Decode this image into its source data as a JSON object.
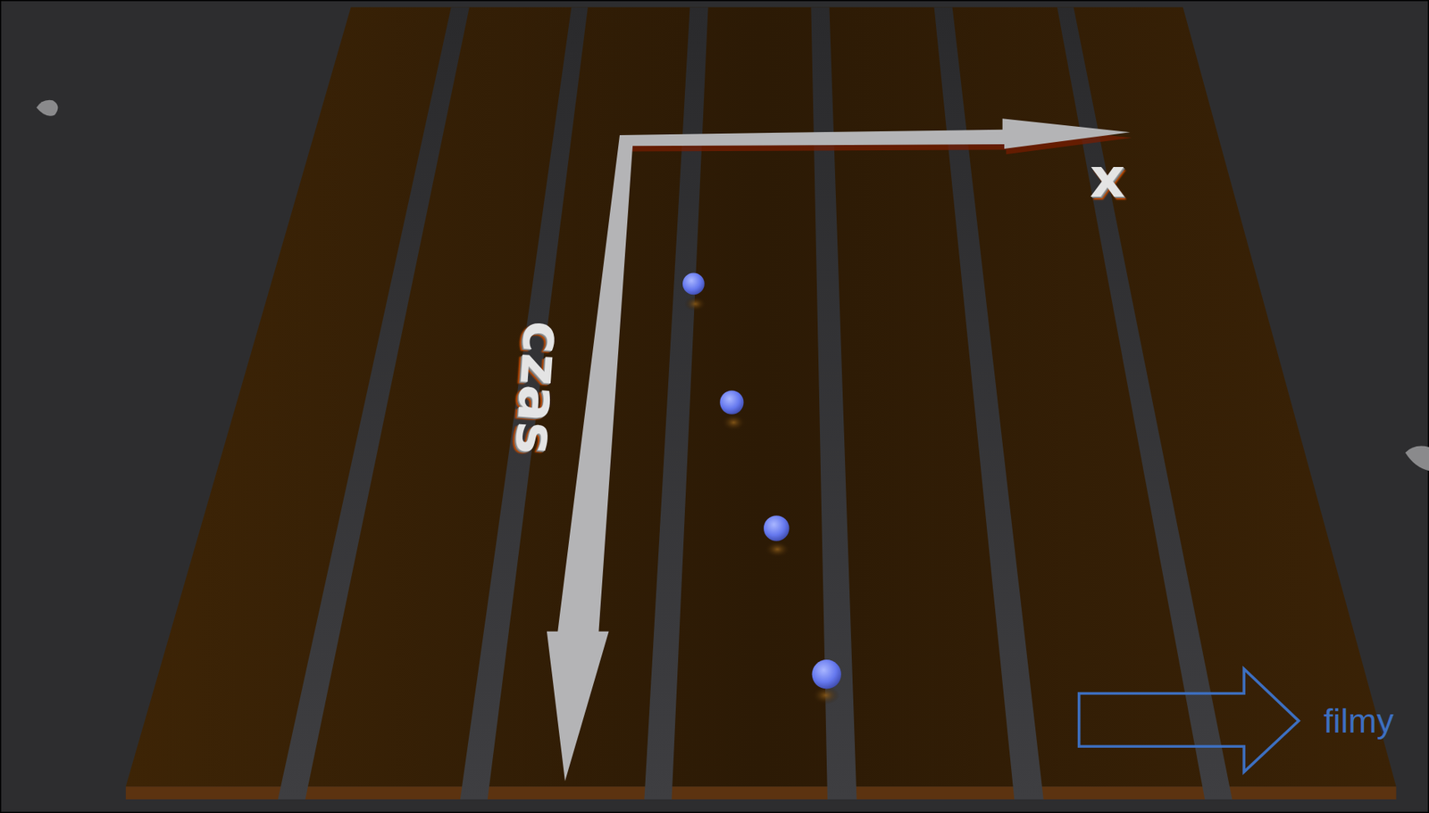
{
  "diagram": {
    "labels": [
      "czas",
      "x",
      "filmy"
    ]
  }
}
